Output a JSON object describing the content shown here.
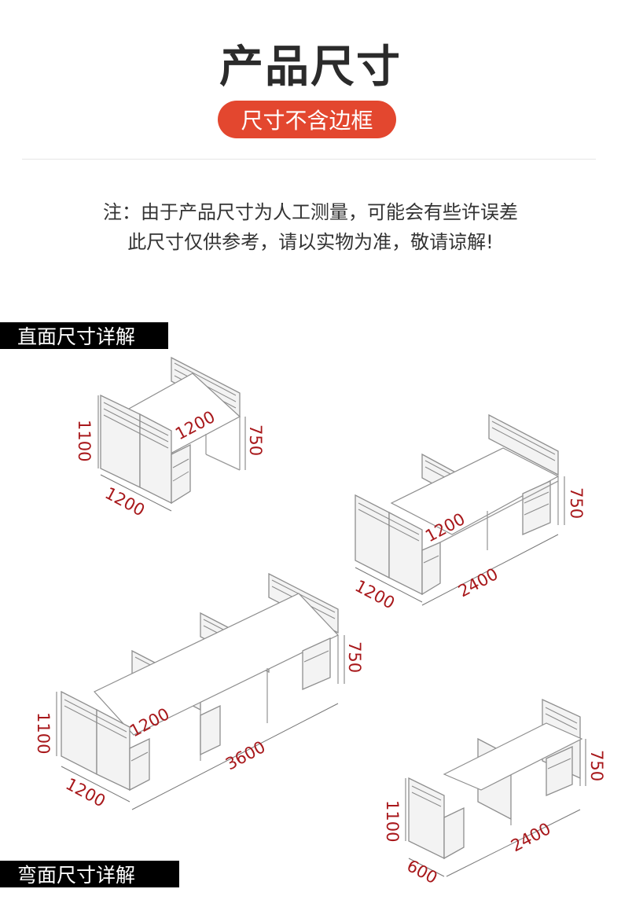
{
  "header": {
    "title": "产品尺寸",
    "badge": "尺寸不含边框"
  },
  "note": {
    "line1": "注：由于产品尺寸为人工测量，可能会有些许误差",
    "line2": "此尺寸仅供参考，请以实物为准，敬请谅解!"
  },
  "sections": {
    "front": "直面尺寸详解",
    "curved": "弯面尺寸详解"
  },
  "diagrams": {
    "d1": {
      "height": "1100",
      "width": "1200",
      "desk": "1200",
      "leg": "750"
    },
    "d2": {
      "depth": "1200",
      "length": "2400",
      "desk": "1200",
      "leg": "750"
    },
    "d3": {
      "height": "1100",
      "depth": "1200",
      "length": "3600",
      "desk": "1200",
      "leg": "750"
    },
    "d4": {
      "height": "1100",
      "depth": "600",
      "length": "2400",
      "leg": "750"
    }
  },
  "colors": {
    "accent": "#e3472f",
    "dimension": "#a8181b",
    "label_bg": "#000000"
  }
}
